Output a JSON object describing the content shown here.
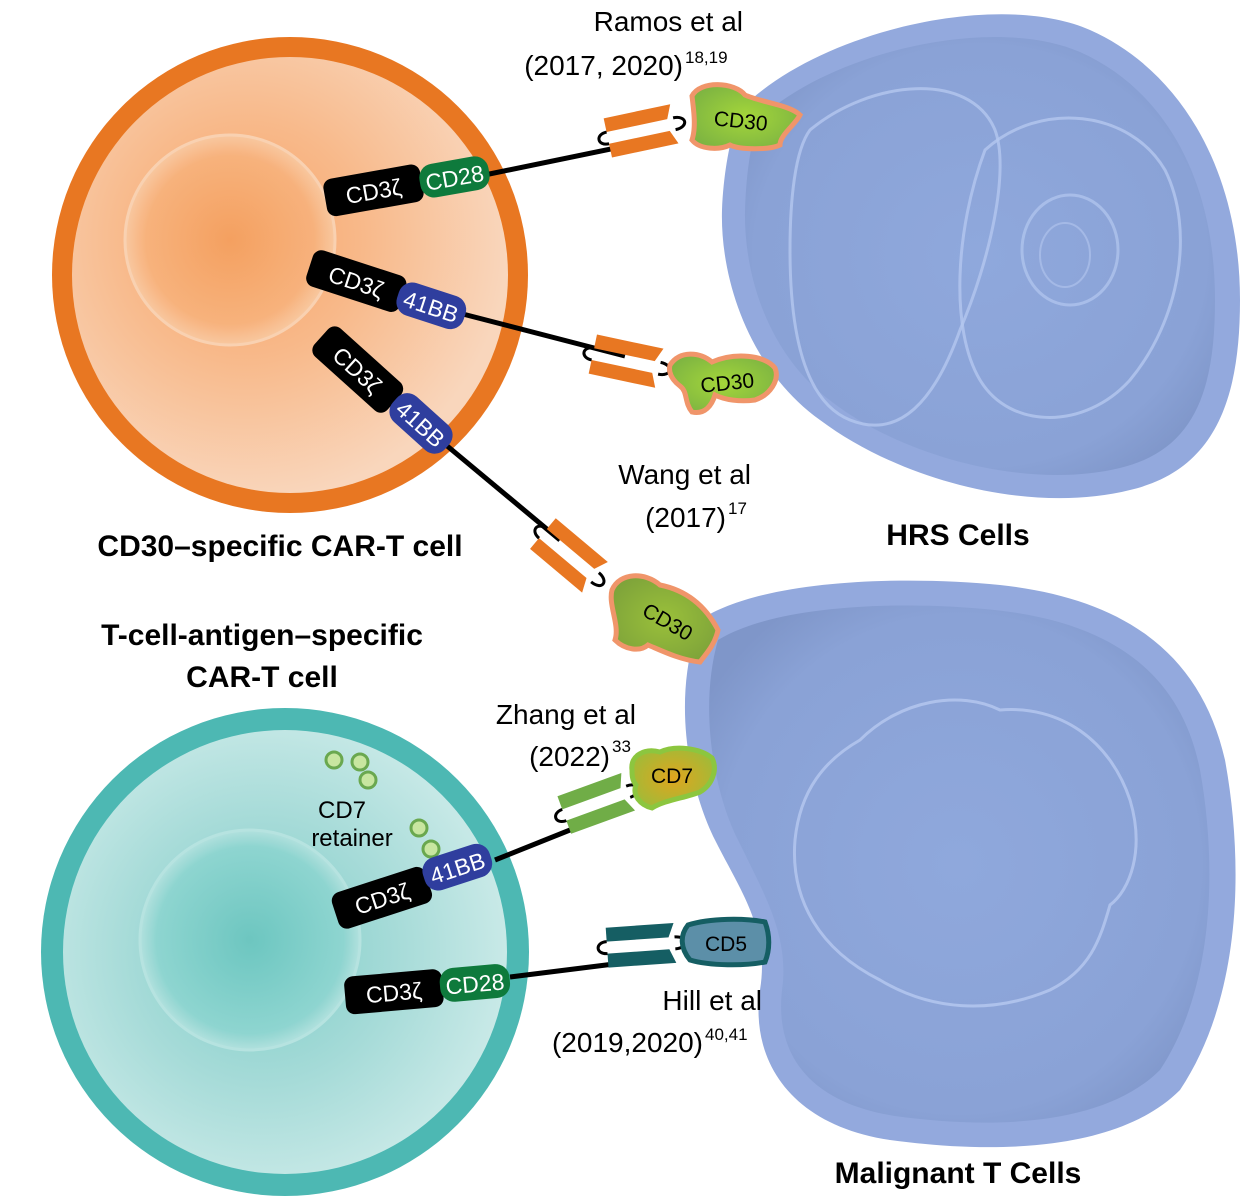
{
  "labels": {
    "car_t_cd30": "CD30–specific CAR-T cell",
    "hrs": "HRS Cells",
    "tcell_antigen_line1": "T-cell-antigen–specific",
    "tcell_antigen_line2": "CAR-T cell",
    "malignant": "Malignant T Cells",
    "cd7_retainer_line1": "CD7",
    "cd7_retainer_line2": "retainer"
  },
  "citations": {
    "ramos_line1": "Ramos et al",
    "ramos_line2": "(2017, 2020)",
    "ramos_sup": "18,19",
    "wang_line1": "Wang et al",
    "wang_line2": "(2017)",
    "wang_sup": "17",
    "zhang_line1": "Zhang et al",
    "zhang_line2": "(2022)",
    "zhang_sup": "33",
    "hill_line1": "Hill et al",
    "hill_line2": "(2019,2020)",
    "hill_sup": "40,41"
  },
  "domains": {
    "cd3z": "CD3ζ",
    "cd28": "CD28",
    "bb41": "41BB"
  },
  "antigens": {
    "cd30": "CD30",
    "cd7": "CD7",
    "cd5": "CD5"
  },
  "colors": {
    "car_orange": "#e87722",
    "car_orange_inner": "#f7c9a6",
    "car_teal": "#4db8b3",
    "car_teal_inner": "#b9e2e0",
    "tumor_blue": "#93a9dd",
    "tumor_blue_inner": "#8da6da",
    "cd28_green": "#0e7a3c",
    "bb41_blue": "#2f3e9e",
    "cd30_green": "#8ccc3f",
    "cd7_gold": "#d6a61d",
    "cd5_teal": "#5c8fa8",
    "scfv_green": "#70ad47",
    "scfv_teal": "#155e63"
  }
}
